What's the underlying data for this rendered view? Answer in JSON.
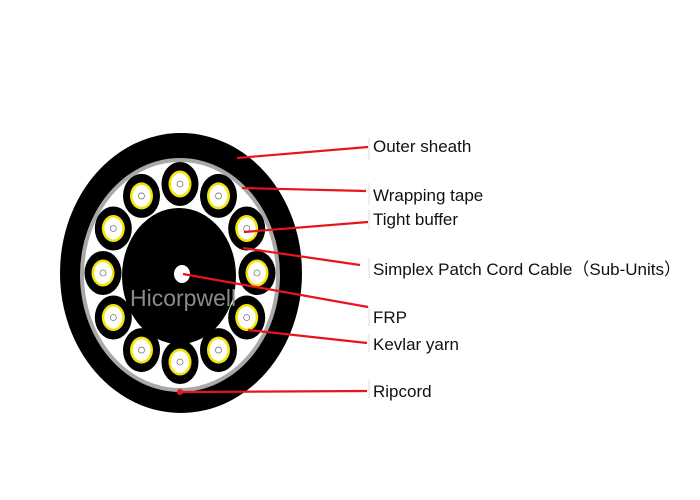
{
  "watermark": "Hicorpwell",
  "colors": {
    "sheath": "#000000",
    "tape": "#a8a8a8",
    "buffer": "#f2e600",
    "leader": "#e8141c"
  },
  "labels": [
    {
      "id": "outer-sheath",
      "text": "Outer sheath"
    },
    {
      "id": "wrapping-tape",
      "text": "Wrapping tape"
    },
    {
      "id": "tight-buffer",
      "text": "Tight buffer"
    },
    {
      "id": "simplex-patch-cord",
      "text": "Simplex Patch Cord Cable（Sub-Units）"
    },
    {
      "id": "frp",
      "text": "FRP"
    },
    {
      "id": "kevlar-yarn",
      "text": "Kevlar yarn"
    },
    {
      "id": "ripcord",
      "text": "Ripcord"
    }
  ],
  "sub_unit_count": 12
}
